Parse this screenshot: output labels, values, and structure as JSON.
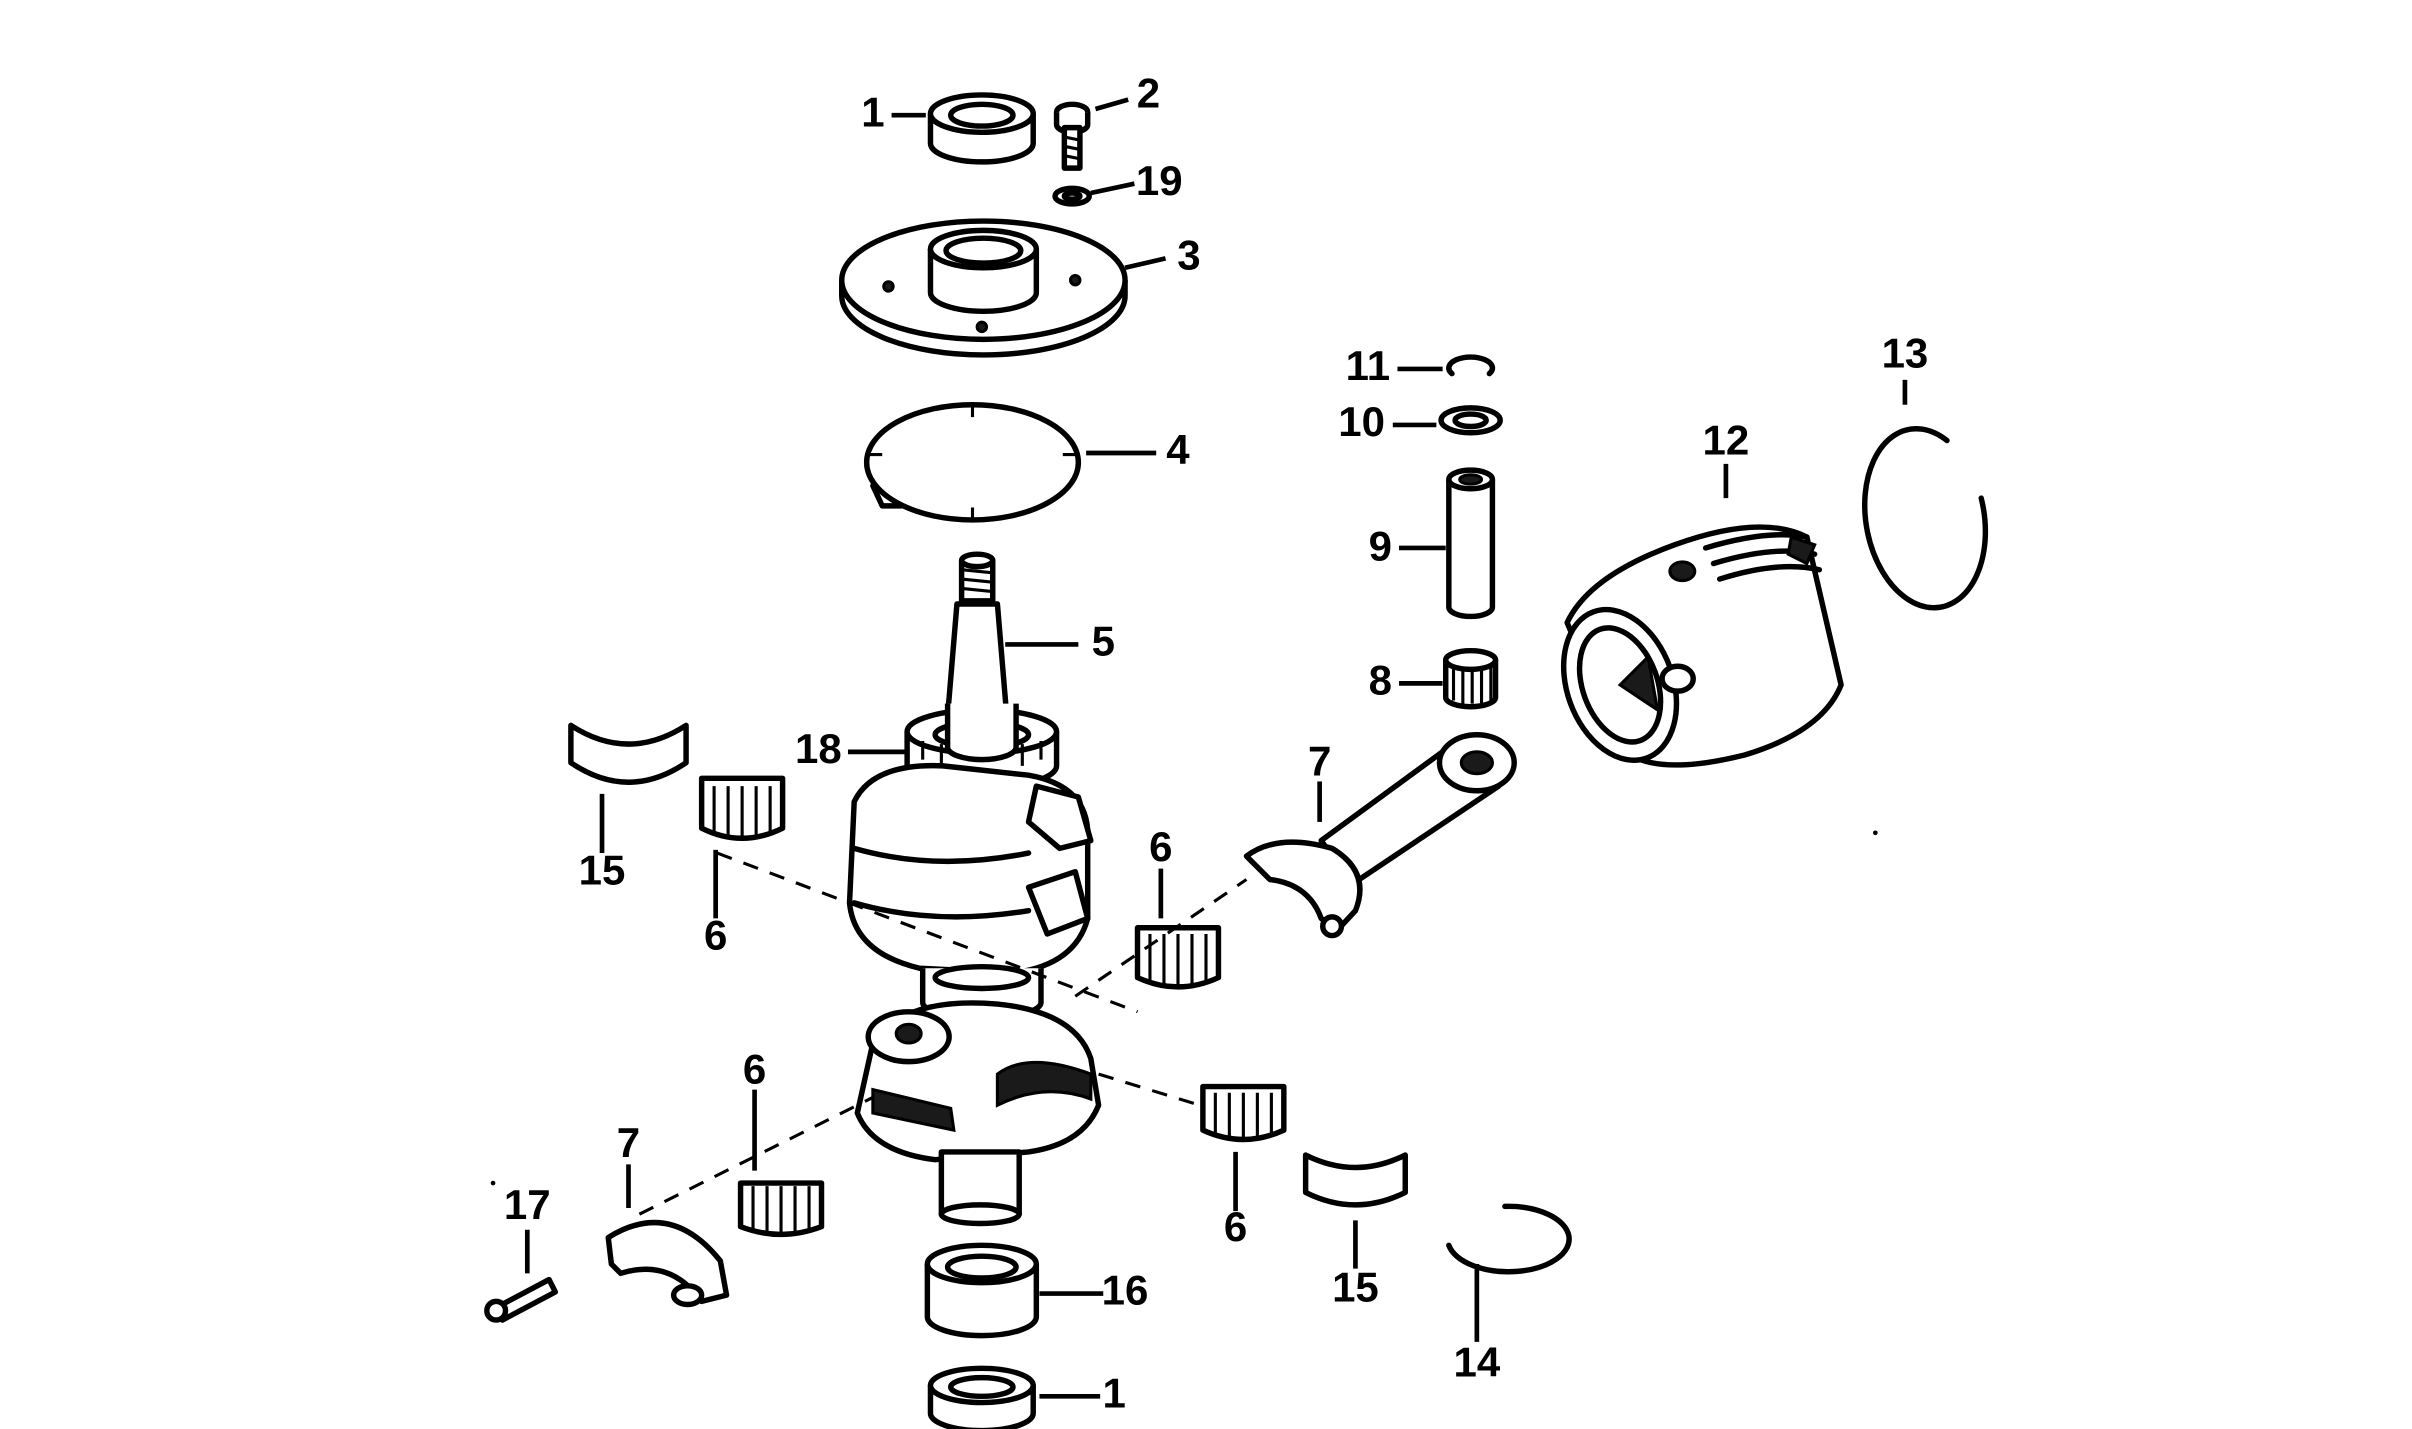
{
  "callouts": [
    {
      "id": "c1-top",
      "text": "1"
    },
    {
      "id": "c2",
      "text": "2"
    },
    {
      "id": "c19",
      "text": "19"
    },
    {
      "id": "c3",
      "text": "3"
    },
    {
      "id": "c4",
      "text": "4"
    },
    {
      "id": "c5",
      "text": "5"
    },
    {
      "id": "c18",
      "text": "18"
    },
    {
      "id": "c11",
      "text": "11"
    },
    {
      "id": "c10",
      "text": "10"
    },
    {
      "id": "c9",
      "text": "9"
    },
    {
      "id": "c8",
      "text": "8"
    },
    {
      "id": "c12",
      "text": "12"
    },
    {
      "id": "c13",
      "text": "13"
    },
    {
      "id": "c7-right",
      "text": "7"
    },
    {
      "id": "c6-a",
      "text": "6"
    },
    {
      "id": "c15-left",
      "text": "15"
    },
    {
      "id": "c6-b",
      "text": "6"
    },
    {
      "id": "c6-c",
      "text": "6"
    },
    {
      "id": "c7-left",
      "text": "7"
    },
    {
      "id": "c17",
      "text": "17"
    },
    {
      "id": "c6-d",
      "text": "6"
    },
    {
      "id": "c15-right",
      "text": "15"
    },
    {
      "id": "c14",
      "text": "14"
    },
    {
      "id": "c16",
      "text": "16"
    },
    {
      "id": "c1-bottom",
      "text": "1"
    }
  ]
}
